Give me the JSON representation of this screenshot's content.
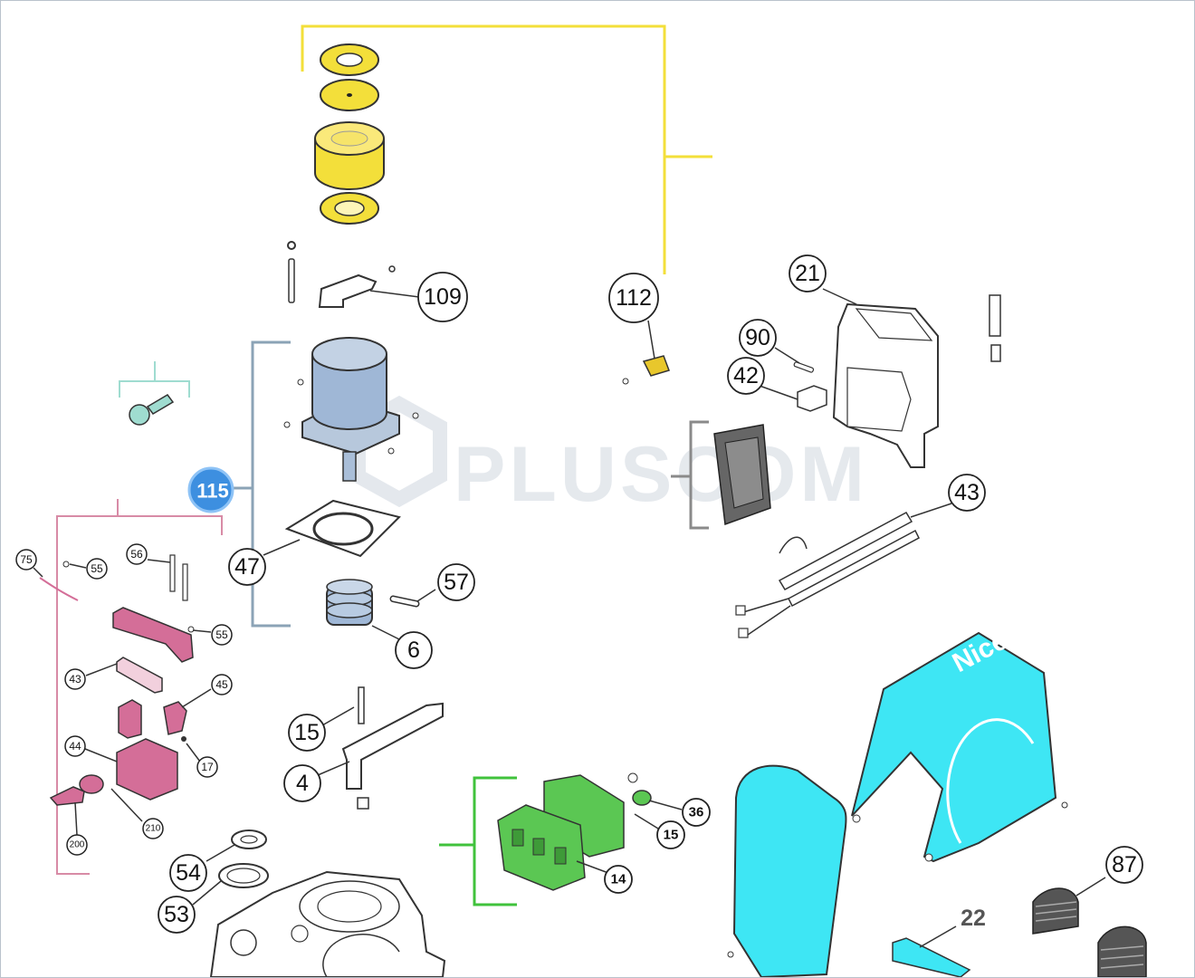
{
  "watermark": "PLUSCOM",
  "badge_115": "115",
  "cover_brand": "Nice",
  "callouts": {
    "c109": "109",
    "c112": "112",
    "c21": "21",
    "c90": "90",
    "c42": "42",
    "c43_right": "43",
    "c47": "47",
    "c57": "57",
    "c6": "6",
    "c15": "15",
    "c4": "4",
    "c54": "54",
    "c53": "53",
    "c87": "87",
    "c22": "22",
    "c36": "36",
    "c15_green": "15",
    "c14": "14",
    "c75": "75",
    "c55_a": "55",
    "c56": "56",
    "c55_b": "55",
    "c43_left": "43",
    "c45": "45",
    "c44": "44",
    "c17": "17",
    "c210": "210",
    "c200": "200"
  },
  "colors": {
    "yellow_group": "#f3df3a",
    "blue_group": "#8ba3b6",
    "teal_group": "#9fdcd0",
    "pink_group": "#d88ba6",
    "green_group": "#40c23c",
    "cover": "#3ee6f4",
    "motor": "#9fb7d6",
    "pink_part": "#d46e98",
    "green_part": "#5bc753"
  }
}
